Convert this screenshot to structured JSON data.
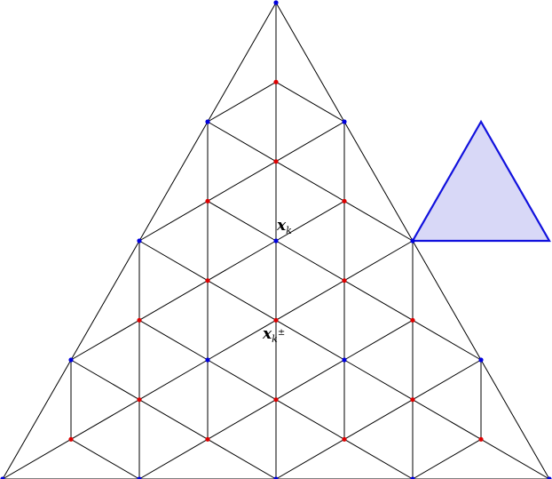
{
  "labels": {
    "vertex_main": "x",
    "vertex_main_sub": "k",
    "vertex_pm": "x",
    "vertex_pm_sub": "k",
    "vertex_pm_sup": "±"
  },
  "colors": {
    "mesh_line": "#000000",
    "vertex_dot": "#0000dd",
    "center_dot": "#dd0000",
    "hexagon_stroke": "#ee1111",
    "hexagon_fill": "#f7a8a8",
    "triangle_stroke": "#1111dd",
    "triangle_fill": "#b8b8f0"
  },
  "mesh": {
    "subdivisions": 4,
    "highlighted_hexagon_vertex": [
      1,
      2
    ],
    "highlighted_triangle": [
      [
        1,
        2
      ],
      [
        2,
        2
      ],
      [
        2,
        3
      ]
    ]
  }
}
